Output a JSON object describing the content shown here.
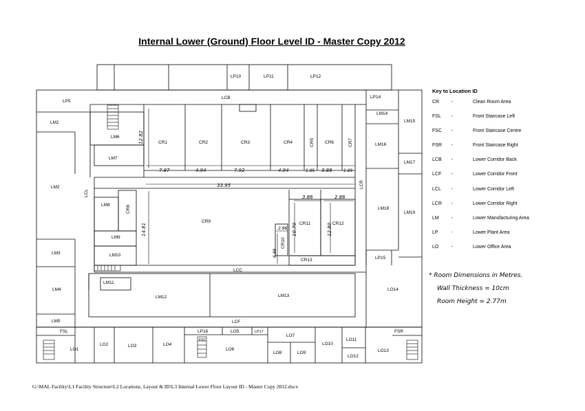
{
  "title": "Internal Lower (Ground) Floor Level ID - Master Copy 2012",
  "rooms": {
    "LP5": "LP5",
    "LP10": "LP10",
    "LP11": "LP11",
    "LP12": "LP12",
    "LP14": "LP14",
    "LP15": "LP15",
    "LP16": "LP16",
    "LP17": "LP17",
    "LCB": "LCB",
    "LCL": "LCL",
    "LCR": "LCR",
    "LCC": "LCC",
    "LCF": "LCF",
    "LM1": "LM1",
    "LM2": "LM2",
    "LM3": "LM3",
    "LM4": "LM4",
    "LM5": "LM5",
    "LM6": "LM6",
    "LM7": "LM7",
    "LM8": "LM8",
    "LM9": "LM9",
    "LM10": "LM10",
    "LM11": "LM11",
    "LM12": "LM12",
    "LM13": "LM13",
    "LM14": "LM14",
    "LM15": "LM15",
    "LM16": "LM16",
    "LM17": "LM17",
    "LM18": "LM18",
    "LM19": "LM19",
    "CR1": "CR1",
    "CR2": "CR2",
    "CR3": "CR3",
    "CR4": "CR4",
    "CR5": "CR5",
    "CR6": "CR6",
    "CR7": "CR7",
    "CR8": "CR8",
    "CR9": "CR9",
    "CR10": "CR10",
    "CR11": "CR11",
    "CR12": "CR12",
    "CR13": "CR13",
    "FSL": "FSL",
    "FSC": "FSC",
    "FSR": "FSR",
    "LO1": "LO1",
    "LO2": "LO2",
    "LO3": "LO3",
    "LO4": "LO4",
    "LO5": "LO5",
    "LO6": "LO6",
    "LO7": "LO7",
    "LO8": "LO8",
    "LO9": "LO9",
    "LO10": "LO10",
    "LO11": "LO11",
    "LO12": "LO12",
    "LO13": "LO13",
    "LO14": "LO14"
  },
  "dimensions": {
    "d1": "12.82",
    "d2": "7.87",
    "d3": "4.94",
    "d4": "7.92",
    "d5": "4.94",
    "d6": "1.85",
    "d7": "3.88",
    "d8": "1.85",
    "d9": "33.95",
    "d10": "14.81",
    "d11": "3.86",
    "d12": "2.86",
    "d13": "10.70",
    "d14": "12.80",
    "d15": "2.96",
    "d16": "6.88"
  },
  "key": {
    "title": "Key to Location ID",
    "entries": [
      {
        "code": "CR",
        "dash": "-",
        "desc": "Clean Room Area"
      },
      {
        "code": "FSL",
        "dash": "-",
        "desc": "Front Staircase Left"
      },
      {
        "code": "FSC",
        "dash": "-",
        "desc": "Front Staircase Centre"
      },
      {
        "code": "FSR",
        "dash": "-",
        "desc": "Front Staircase Right"
      },
      {
        "code": "LCB",
        "dash": "-",
        "desc": "Lower Corridor Back"
      },
      {
        "code": "LCF",
        "dash": "-",
        "desc": "Lower Corridor Front"
      },
      {
        "code": "LCL",
        "dash": "-",
        "desc": "Lower Corridor Left"
      },
      {
        "code": "LCR",
        "dash": "-",
        "desc": "Lower Corridor Right"
      },
      {
        "code": "LM",
        "dash": "-",
        "desc": "Lower Manufacturing Area"
      },
      {
        "code": "LP",
        "dash": "-",
        "desc": "Lower Plant Area"
      },
      {
        "code": "LO",
        "dash": "-",
        "desc": "Lower Office Area"
      }
    ]
  },
  "notes": [
    "* Room Dimensions in Metres.",
    "Wall Thickness = 10cm",
    "Room Height = 2.77m"
  ],
  "footer": "G:\\MAL Facility\\L1 Facility Structure\\L2 Locations, Layout & ID\\L3 Internal Lower Floor Layout ID - Master Copy 2012.docx"
}
